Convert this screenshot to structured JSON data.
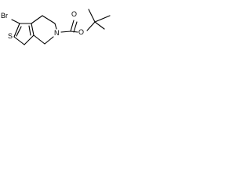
{
  "diagram": {
    "type": "chemical-structure",
    "atoms": {
      "bromine": "Br",
      "sulfur": "S",
      "nitrogen": "N",
      "carbonyl_oxygen": "O",
      "ester_oxygen": "O"
    }
  }
}
